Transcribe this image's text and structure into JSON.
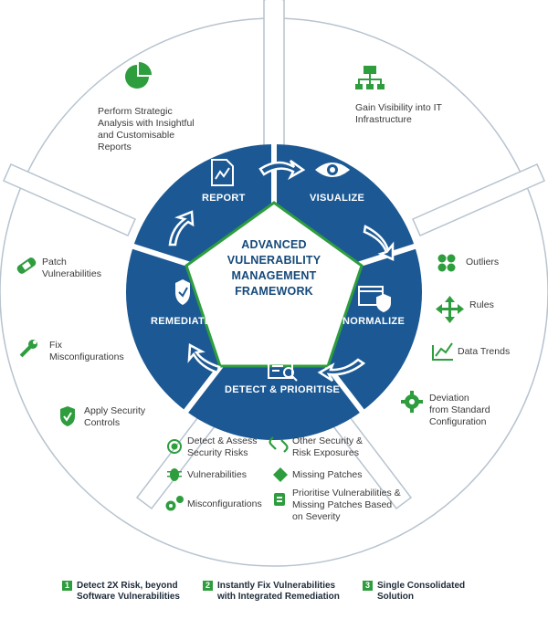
{
  "center": {
    "lines": [
      "ADVANCED",
      "VULNERABILITY",
      "MANAGEMENT",
      "FRAMEWORK"
    ]
  },
  "segments": {
    "report": "REPORT",
    "visualize": "VISUALIZE",
    "normalize": "NORMALIZE",
    "detect": "DETECT & PRIORITISE",
    "remediate": "REMEDIATE"
  },
  "report_outer": {
    "text": [
      "Perform Strategic",
      "Analysis with Insightful",
      "and Customisable",
      "Reports"
    ],
    "icon": "pie-chart-icon"
  },
  "visualize_outer": {
    "text": [
      "Gain Visibility into IT",
      "Infrastructure"
    ],
    "icon": "network-icon"
  },
  "normalize_outer": {
    "items": [
      {
        "label": [
          "Outliers"
        ],
        "icon": "dots-grid-icon"
      },
      {
        "label": [
          "Rules"
        ],
        "icon": "arrows-move-icon"
      },
      {
        "label": [
          "Data Trends"
        ],
        "icon": "line-chart-icon"
      },
      {
        "label": [
          "Deviation",
          "from Standard",
          "Configuration"
        ],
        "icon": "gear-icon"
      }
    ]
  },
  "detect_outer": {
    "items": [
      {
        "label": [
          "Detect & Assess",
          "Security Risks"
        ],
        "icon": "target-icon"
      },
      {
        "label": [
          "Other Security &",
          "Risk Exposures"
        ],
        "icon": "broken-link-icon"
      },
      {
        "label": [
          "Vulnerabilities"
        ],
        "icon": "bug-icon"
      },
      {
        "label": [
          "Missing Patches"
        ],
        "icon": "diamond-icon"
      },
      {
        "label": [
          "Misconfigurations"
        ],
        "icon": "gears-icon"
      },
      {
        "label": [
          "Prioritise Vulnerabilities &",
          "Missing Patches Based",
          "on Severity"
        ],
        "icon": "patch-sort-icon"
      }
    ]
  },
  "remediate_outer": {
    "items": [
      {
        "label": [
          "Patch",
          "Vulnerabilities"
        ],
        "icon": "bandage-icon"
      },
      {
        "label": [
          "Fix",
          "Misconfigurations"
        ],
        "icon": "wrench-icon"
      },
      {
        "label": [
          "Apply Security",
          "Controls"
        ],
        "icon": "shield-check-icon"
      }
    ]
  },
  "footer": [
    {
      "num": "1",
      "lines": [
        "Detect 2X Risk, beyond",
        "Software Vulnerabilities"
      ]
    },
    {
      "num": "2",
      "lines": [
        "Instantly Fix Vulnerabilities",
        "with Integrated Remediation"
      ]
    },
    {
      "num": "3",
      "lines": [
        "Single Consolidated",
        "Solution"
      ]
    }
  ],
  "colors": {
    "navy": "#1c5994",
    "green": "#2e9d3e",
    "outline": "#b7c3cf"
  }
}
